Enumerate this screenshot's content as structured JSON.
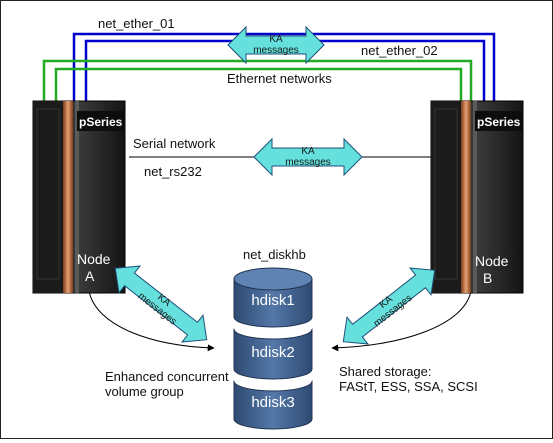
{
  "networks": {
    "ether_01": "net_ether_01",
    "ether_02": "net_ether_02",
    "ethernet_caption": "Ethernet networks",
    "serial_caption": "Serial network",
    "rs232": "net_rs232",
    "diskhb": "net_diskhb"
  },
  "ka": {
    "line1": "KA",
    "line2": "messages"
  },
  "nodes": {
    "a": {
      "brand": "pSeries",
      "line1": "Node",
      "line2": "A"
    },
    "b": {
      "brand": "pSeries",
      "line1": "Node",
      "line2": "B"
    }
  },
  "disks": [
    "hdisk1",
    "hdisk2",
    "hdisk3"
  ],
  "volume_group": {
    "line1": "Enhanced concurrent",
    "line2": "volume group"
  },
  "shared_storage": {
    "line1": "Shared storage:",
    "line2": "FAStT, ESS, SSA, SCSI"
  },
  "colors": {
    "blue_net": "#0000cc",
    "green_net": "#22aa22",
    "arrow_fill": "#66e0dd",
    "disk_fill": "#3e5f8c",
    "cabinet": "#222222",
    "door_stripe": "#c47a4a"
  }
}
